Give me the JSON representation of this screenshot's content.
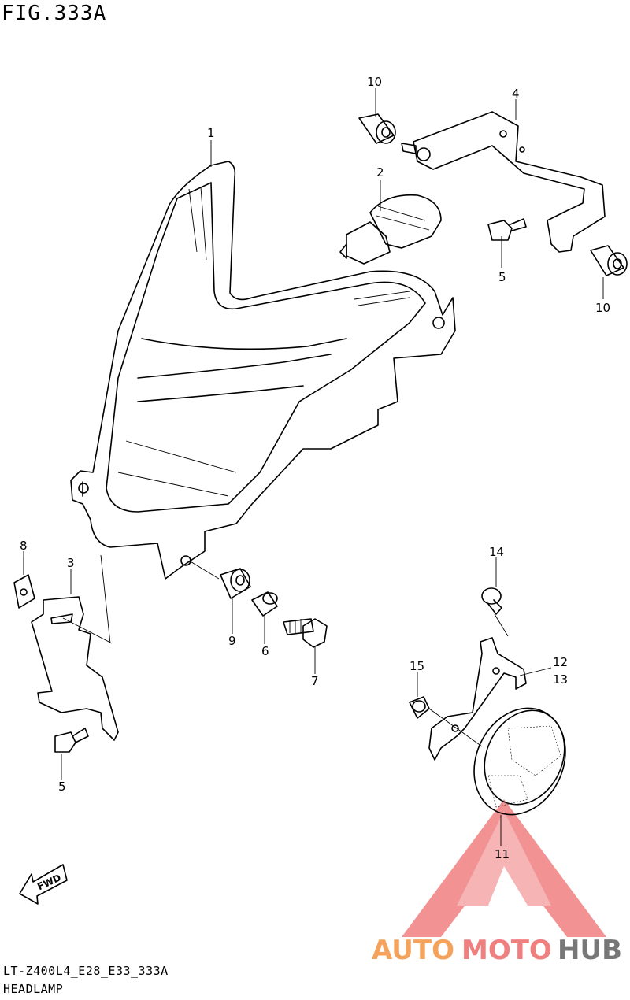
{
  "figure": {
    "title": "FIG.333A",
    "code": "LT-Z400L4_E28_E33_333A",
    "name": "HEADLAMP"
  },
  "fwd_label": "FWD",
  "callouts": [
    {
      "id": "c1",
      "label": "1"
    },
    {
      "id": "c2",
      "label": "2"
    },
    {
      "id": "c3",
      "label": "3"
    },
    {
      "id": "c4",
      "label": "4"
    },
    {
      "id": "c5a",
      "label": "5"
    },
    {
      "id": "c5b",
      "label": "5"
    },
    {
      "id": "c6",
      "label": "6"
    },
    {
      "id": "c7",
      "label": "7"
    },
    {
      "id": "c8",
      "label": "8"
    },
    {
      "id": "c9",
      "label": "9"
    },
    {
      "id": "c10a",
      "label": "10"
    },
    {
      "id": "c10b",
      "label": "10"
    },
    {
      "id": "c11",
      "label": "11"
    },
    {
      "id": "c12",
      "label": "12"
    },
    {
      "id": "c13",
      "label": "13"
    },
    {
      "id": "c14",
      "label": "14"
    },
    {
      "id": "c15",
      "label": "15"
    }
  ],
  "watermark": {
    "part1": "AUTO",
    "part2": "MOTO",
    "part3": "HUB",
    "color_orange": "#f5a25c",
    "color_red": "#f08080",
    "color_gray": "#777777"
  }
}
